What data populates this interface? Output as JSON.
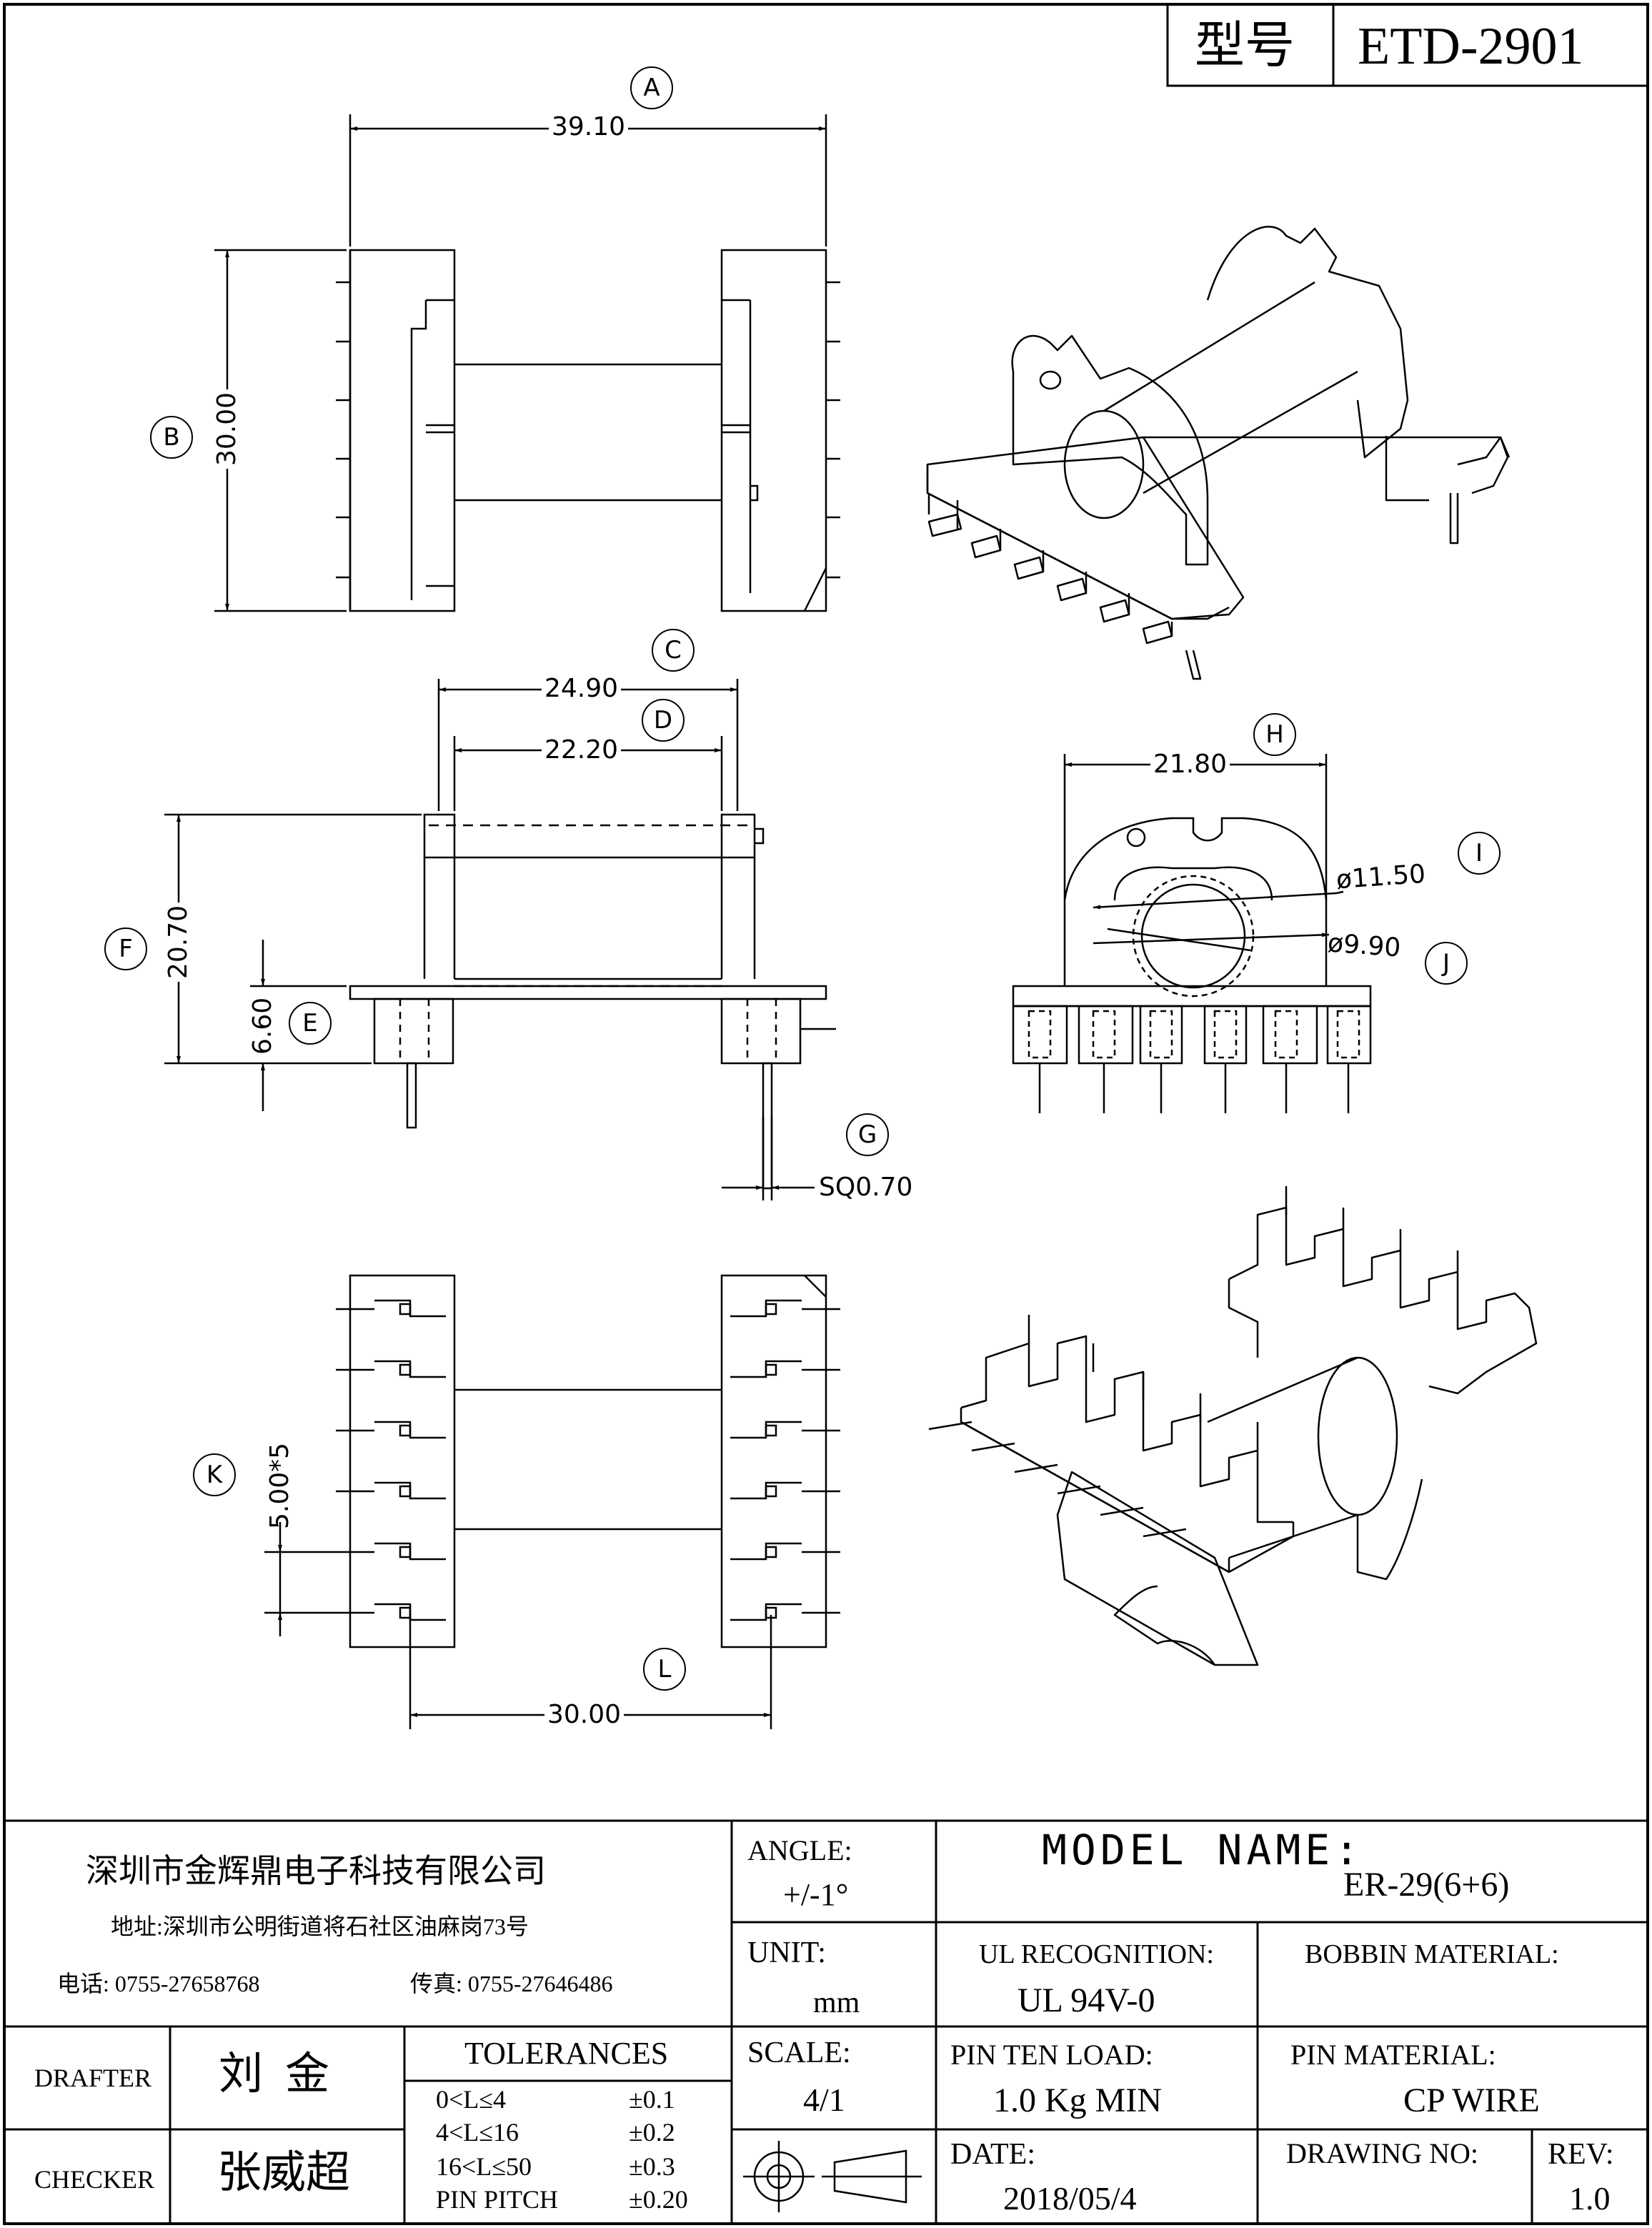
{
  "title_block": {
    "model_label": "型号",
    "model_value": "ETD-2901"
  },
  "dimensions": {
    "A": {
      "letter": "A",
      "value": "39.10"
    },
    "B": {
      "letter": "B",
      "value": "30.00"
    },
    "C": {
      "letter": "C",
      "value": "24.90"
    },
    "D": {
      "letter": "D",
      "value": "22.20"
    },
    "E": {
      "letter": "E",
      "value": "6.60"
    },
    "F": {
      "letter": "F",
      "value": "20.70"
    },
    "G": {
      "letter": "G",
      "value": "SQ0.70"
    },
    "H": {
      "letter": "H",
      "value": "21.80"
    },
    "I": {
      "letter": "I",
      "value": "ø11.50"
    },
    "J": {
      "letter": "J",
      "value": "ø9.90"
    },
    "K": {
      "letter": "K",
      "value": "5.00*5"
    },
    "L": {
      "letter": "L",
      "value": "30.00"
    }
  },
  "company": {
    "name": "深圳市金辉鼎电子科技有限公司",
    "address": "地址:深圳市公明街道将石社区油麻岗73号",
    "phone": "电话: 0755-27658768",
    "fax": "传真: 0755-27646486"
  },
  "angle": {
    "label": "ANGLE:",
    "value": "+/-1°"
  },
  "model_name": {
    "label": "MODEL NAME:",
    "value": "ER-29(6+6)"
  },
  "unit": {
    "label": "UNIT:",
    "value": "mm"
  },
  "ul": {
    "label": "UL RECOGNITION:",
    "value": "UL 94V-0"
  },
  "bobbin": {
    "label": "BOBBIN MATERIAL:",
    "value": ""
  },
  "drafter": {
    "label": "DRAFTER",
    "value": "刘  金"
  },
  "checker": {
    "label": "CHECKER",
    "value": "张威超"
  },
  "tolerances": {
    "title": "TOLERANCES",
    "rows": [
      {
        "range": "0<L≤4",
        "tol": "±0.1"
      },
      {
        "range": "4<L≤16",
        "tol": "±0.2"
      },
      {
        "range": "16<L≤50",
        "tol": "±0.3"
      },
      {
        "range": "PIN PITCH",
        "tol": "±0.20"
      }
    ]
  },
  "scale": {
    "label": "SCALE:",
    "value": "4/1"
  },
  "pin_load": {
    "label": "PIN TEN LOAD:",
    "value": "1.0 Kg MIN"
  },
  "pin_material": {
    "label": "PIN MATERIAL:",
    "value": "CP WIRE"
  },
  "date": {
    "label": "DATE:",
    "value": "2018/05/4"
  },
  "drawing_no": {
    "label": "DRAWING NO:",
    "value": ""
  },
  "rev": {
    "label": "REV:",
    "value": "1.0"
  }
}
